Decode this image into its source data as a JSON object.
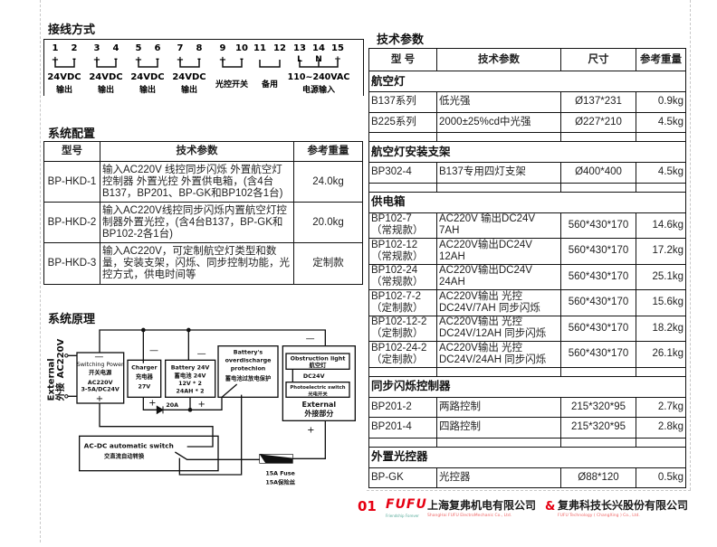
{
  "wiring": {
    "title": "接线方式",
    "terminals": [
      "1",
      "2",
      "3",
      "4",
      "5",
      "6",
      "7",
      "8",
      "9",
      "10",
      "11",
      "12",
      "13",
      "14",
      "15"
    ],
    "groups": [
      {
        "l1": "24VDC",
        "l2": "输出"
      },
      {
        "l1": "24VDC",
        "l2": "输出"
      },
      {
        "l1": "24VDC",
        "l2": "输出"
      },
      {
        "l1": "24VDC",
        "l2": "输出"
      },
      {
        "l1": "光控开关",
        "l2": ""
      },
      {
        "l1": "备用",
        "l2": ""
      },
      {
        "l1": "110~240VAC",
        "l2": "电源输入"
      }
    ],
    "polarity": {
      "plus": "+",
      "minus": "-",
      "L": "L",
      "N": "N"
    }
  },
  "config": {
    "title": "系统配置",
    "headers": [
      "型号",
      "技术参数",
      "参考重量"
    ],
    "rows": [
      {
        "model": "BP-HKD-1",
        "spec": "输入AC220V 线控同步闪烁 外置航空灯控制器 外置光控 外置供电箱，(含4台B137，BP201、BP-GK和BP102各1台)",
        "weight": "24.0kg"
      },
      {
        "model": "BP-HKD-2",
        "spec": "输入AC220V线控同步闪烁内置航空灯控制器外置光控，(含4台B137，BP-GK和BP102-2各1台)",
        "weight": "20.0kg"
      },
      {
        "model": "BP-HKD-3",
        "spec": "输入AC220V，可定制航空灯类型和数量，安装支架，闪烁、同步控制功能，光控方式，供电时间等",
        "weight": "定制款"
      }
    ]
  },
  "principle": {
    "title": "系统原理",
    "external": "External",
    "external_cn": "外接",
    "ac220": "AC220V",
    "switching_power": [
      "Switching Power",
      "开关电源",
      "AC220V",
      "3-5A/DC24V"
    ],
    "charger": [
      "Charger",
      "充电器",
      "27V"
    ],
    "battery": [
      "Battery 24V",
      "蓄电池 24V",
      "12V * 2",
      "24AH * 2"
    ],
    "protection": [
      "Battery's",
      "overdischarge",
      "protechion",
      "蓄电池过放电保护"
    ],
    "obstruction": [
      "Obstruction light",
      "航空灯"
    ],
    "dc24": "DC24V",
    "photo": [
      "Photoelectric switch",
      "光电开关"
    ],
    "external_part": [
      "External",
      "外接部分"
    ],
    "acdc": [
      "AC-DC automatic switch",
      "交直流自动转换"
    ],
    "current": "20A",
    "fuse": [
      "15A Fuse",
      "15A保险丝"
    ],
    "plus": "+",
    "minus": "—"
  },
  "specs": {
    "title": "技术参数",
    "headers": [
      "型 号",
      "技术参数",
      "尺寸",
      "参考重量"
    ],
    "sections": [
      {
        "name": "航空灯",
        "rows": [
          {
            "model": "B137系列",
            "spec": "低光强",
            "size": "Ø137*231",
            "weight": "0.9kg"
          },
          {
            "model": "B225系列",
            "spec": "2000±25%cd中光强",
            "size": "Ø227*210",
            "weight": "4.5kg"
          }
        ]
      },
      {
        "name": "航空灯安装支架",
        "rows": [
          {
            "model": "BP302-4",
            "spec": "B137专用四灯支架",
            "size": "Ø400*400",
            "weight": "4.5kg"
          }
        ]
      },
      {
        "name": "供电箱",
        "rows": [
          {
            "model": "BP102-7",
            "model2": "（常规款）",
            "spec": "AC220V 输出DC24V",
            "spec2": "7AH",
            "size": "560*430*170",
            "weight": "14.6kg"
          },
          {
            "model": "BP102-12",
            "model2": "（常规款）",
            "spec": "AC220V输出DC24V",
            "spec2": "12AH",
            "size": "560*430*170",
            "weight": "17.2kg"
          },
          {
            "model": "BP102-24",
            "model2": "（常规款）",
            "spec": "AC220V输出DC24V",
            "spec2": "24AH",
            "size": "560*430*170",
            "weight": "25.1kg"
          },
          {
            "model": "BP102-7-2",
            "model2": "（定制款）",
            "spec": "AC220V输出 光控",
            "spec2": "DC24V/7AH 同步闪烁",
            "size": "560*430*170",
            "weight": "15.6kg"
          },
          {
            "model": "BP102-12-2",
            "model2": "（定制款）",
            "spec": "AC220V输出 光控",
            "spec2": "DC24V/12AH 同步闪烁",
            "size": "560*430*170",
            "weight": "18.2kg"
          },
          {
            "model": "BP102-24-2",
            "model2": "（定制款）",
            "spec": "AC220V输出 光控",
            "spec2": "DC24V/24AH 同步闪烁",
            "size": "560*430*170",
            "weight": "26.1kg"
          }
        ]
      },
      {
        "name": "同步闪烁控制器",
        "rows": [
          {
            "model": "BP201-2",
            "spec": "两路控制",
            "size": "215*320*95",
            "weight": "2.7kg"
          },
          {
            "model": "BP201-4",
            "spec": "四路控制",
            "size": "215*320*95",
            "weight": "2.8kg"
          }
        ]
      },
      {
        "name": "外置光控器",
        "rows": [
          {
            "model": "BP-GK",
            "spec": "光控器",
            "size": "Ø88*120",
            "weight": "0.5kg"
          }
        ]
      }
    ]
  },
  "footer": {
    "page": "01",
    "logo": "FUFU",
    "logo_sub": "Friendship Forever",
    "company1": "上海复弗机电有限公司",
    "company1_en": "ShangHai FUFU ElectroMechanic Co., Ltd.",
    "amp": "&",
    "company2": "复弗科技长兴股份有限公司",
    "company2_en": "FUFU Technology ( ChangXing ) Co., Ltd.",
    "red": "#e60012"
  }
}
